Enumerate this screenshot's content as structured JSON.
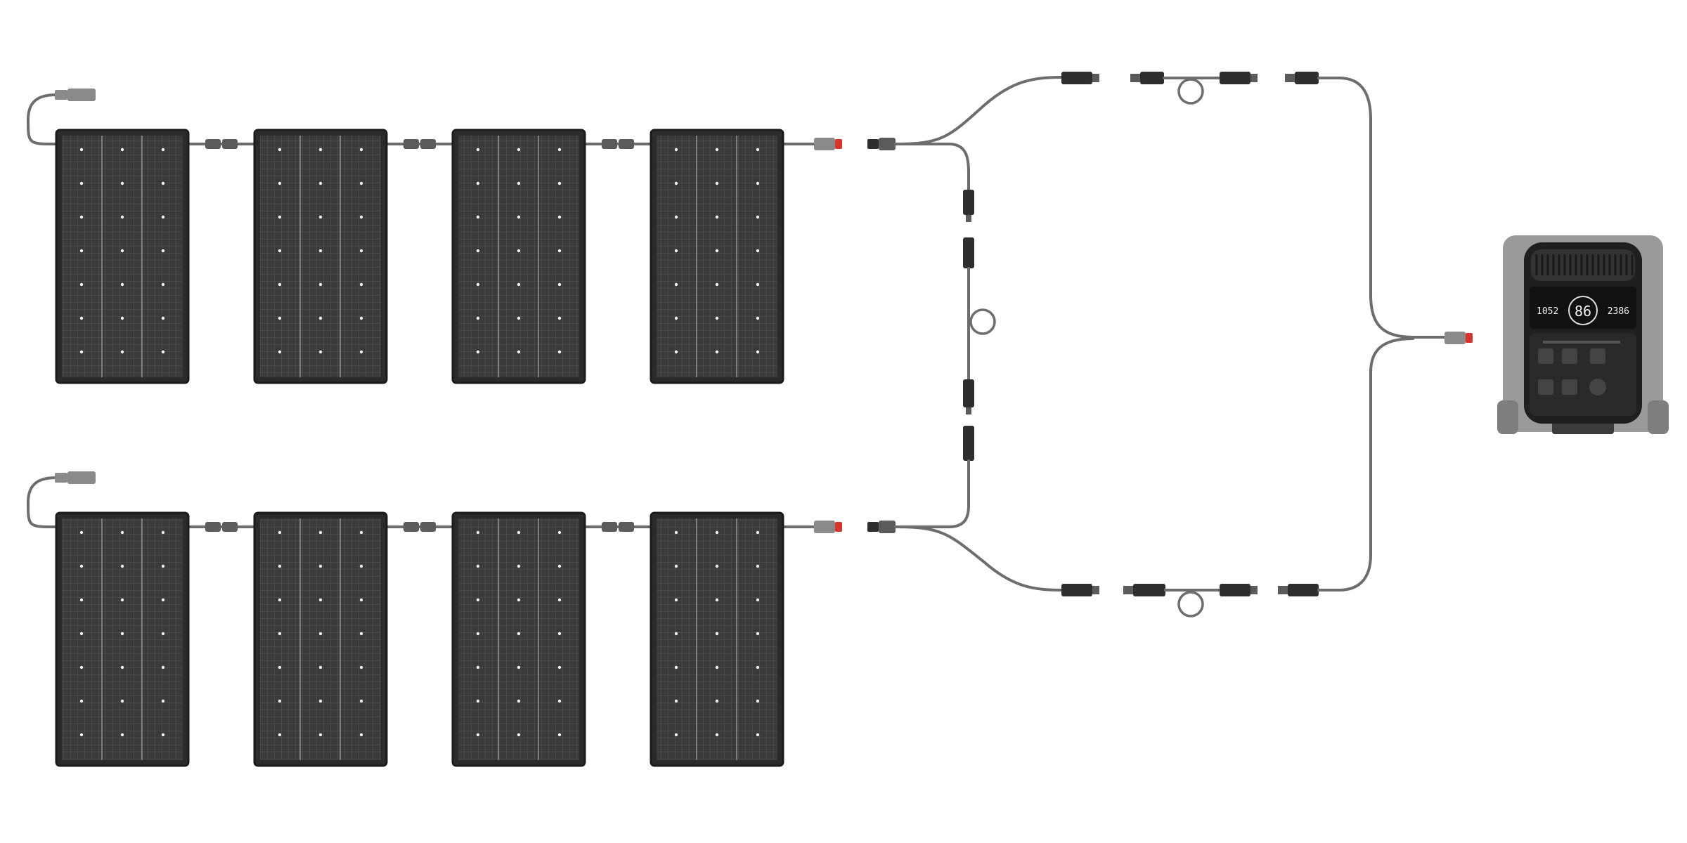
{
  "diagram": {
    "panel_rows": 2,
    "panels_per_row": 4,
    "components": [
      "solar-panel",
      "mc4-connector",
      "y-branch-connector",
      "extension-cable",
      "power-station"
    ],
    "colors": {
      "background": "#ffffff",
      "panel": "#2b2b2b",
      "cable": "#6d6d6d",
      "connector": "#2e2e2e",
      "accent": "#d9342b",
      "station_shell": "#9a9a9a"
    }
  },
  "power_station": {
    "display": {
      "left": "1052",
      "center": "86",
      "right": "2386"
    }
  }
}
